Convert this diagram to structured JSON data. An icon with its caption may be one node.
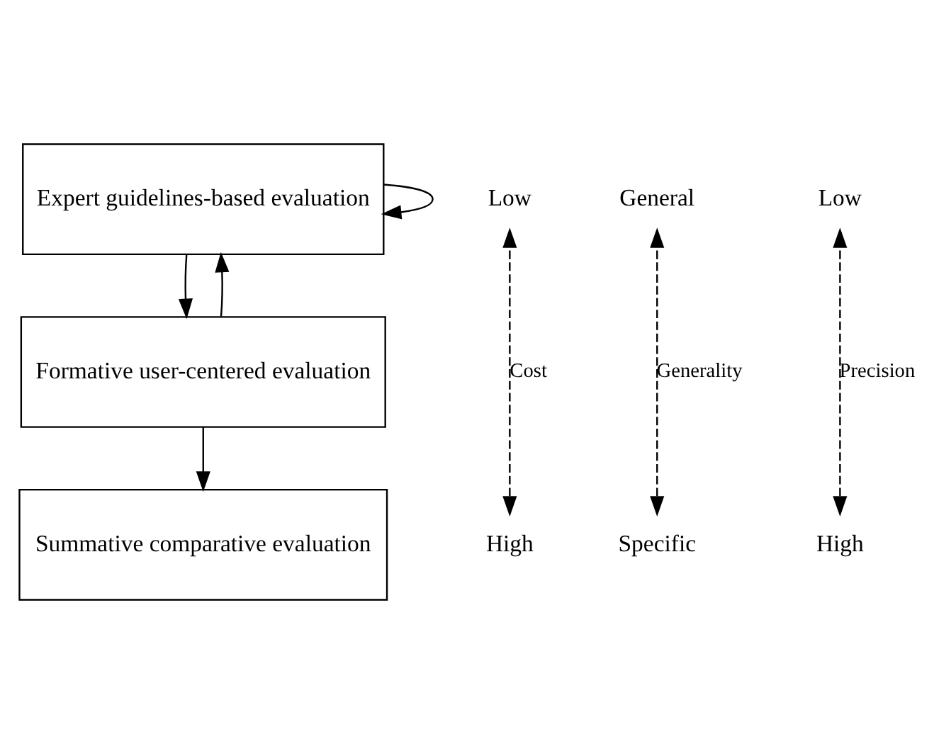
{
  "diagram": {
    "nodes": [
      {
        "text": [
          "Expert guidelines-based evaluation"
        ]
      },
      {
        "text": [
          "Formative user-centered evaluation"
        ]
      },
      {
        "text": [
          "Summative comparative evaluation"
        ]
      },
      {
        "text": [
          "Low"
        ]
      },
      {
        "text": [
          "High"
        ]
      },
      {
        "text": [
          "General"
        ]
      },
      {
        "text": [
          "Specific"
        ]
      },
      {
        "text": [
          "Low"
        ]
      },
      {
        "text": [
          "High"
        ]
      }
    ],
    "edges": [
      {
        "from": 0,
        "to": 1,
        "arrow": "to"
      },
      {
        "from": 0,
        "to": 0,
        "arrow": "to"
      },
      {
        "from": 1,
        "to": 2,
        "arrow": "to"
      },
      {
        "from": 1,
        "to": 0,
        "arrow": "to"
      },
      {
        "from": 4,
        "to": 3,
        "arrow": "both",
        "label": "Cost",
        "style": "dashed"
      },
      {
        "from": 6,
        "to": 5,
        "arrow": "both",
        "label": "Generality",
        "style": "dashed"
      },
      {
        "from": 8,
        "to": 7,
        "arrow": "both",
        "label": "Precision",
        "style": "dashed"
      }
    ]
  }
}
